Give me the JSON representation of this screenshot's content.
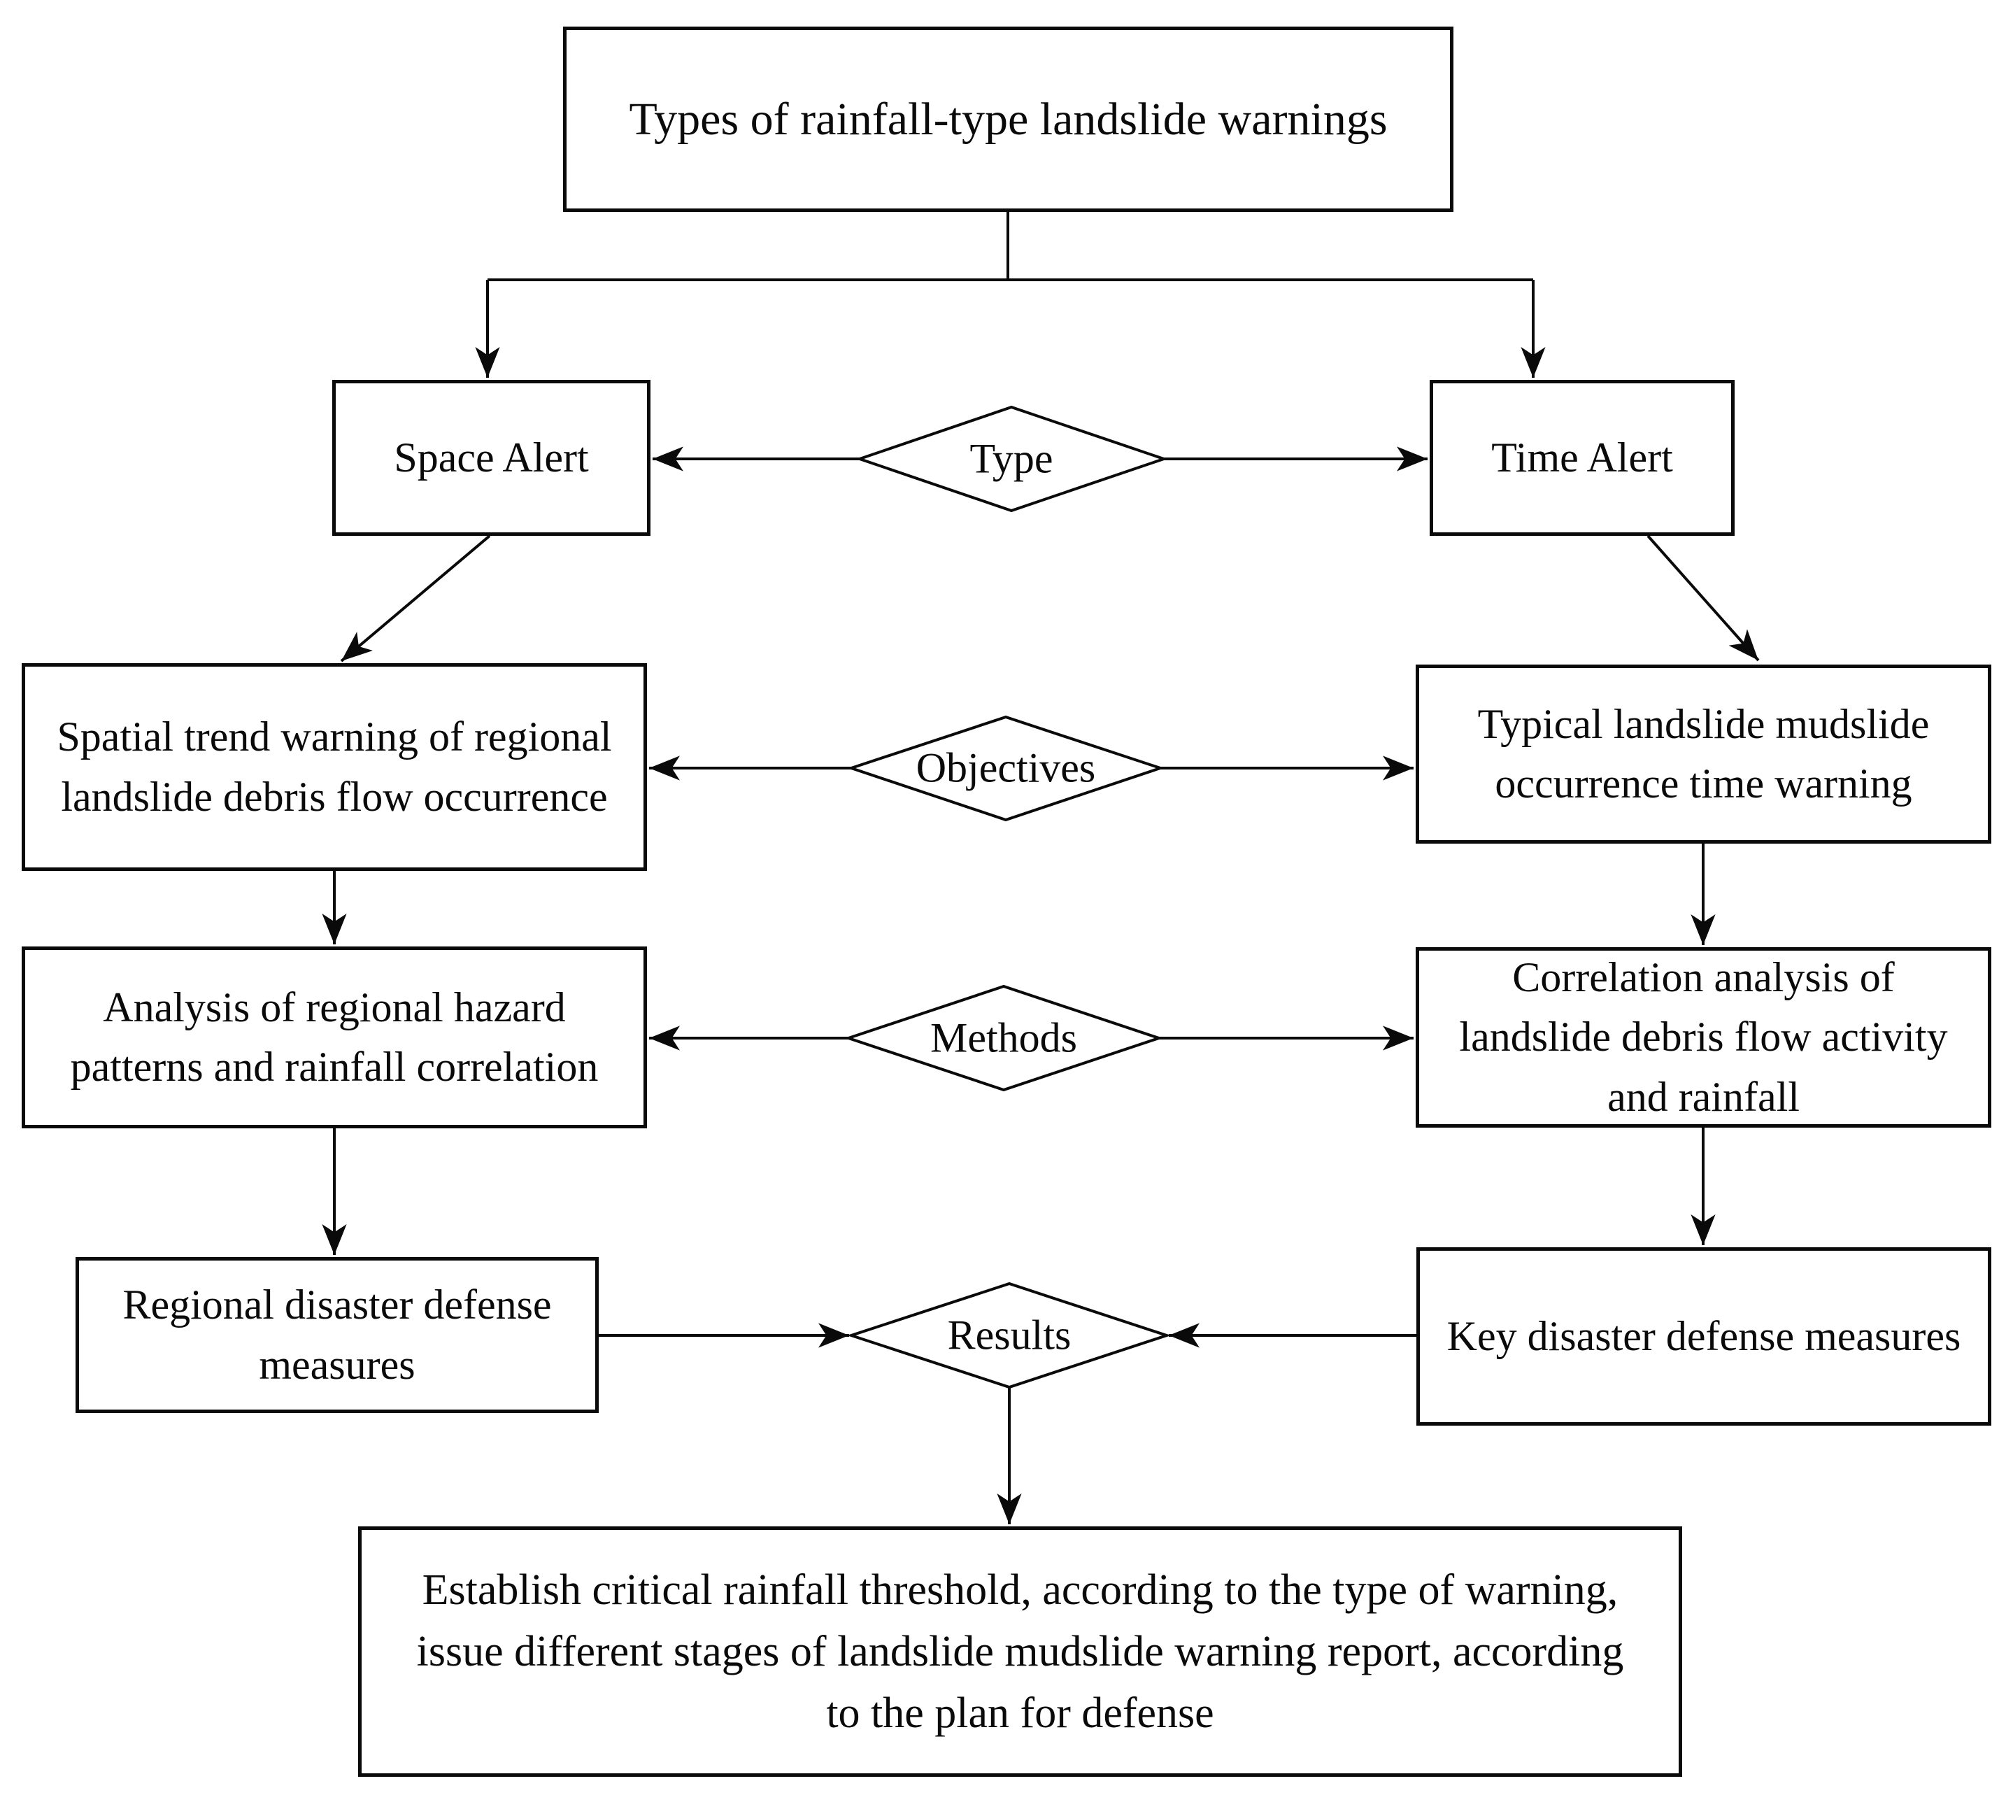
{
  "diagram": {
    "kind": "flowchart",
    "colors": {
      "line": "#0a0a0a",
      "background": "#ffffff",
      "node_fill": "#ffffff"
    },
    "nodes": {
      "title": "Types of rainfall-type landslide warnings",
      "space_alert": "Space Alert",
      "time_alert": "Time Alert",
      "spatial_trend": "Spatial trend warning of regional landslide debris flow occurrence",
      "typical_landslide": "Typical landslide mudslide occurrence time warning",
      "analysis_regional": "Analysis of regional hazard patterns and rainfall correlation",
      "correlation_analysis": "Correlation analysis of landslide debris flow activity and rainfall",
      "regional_measures": "Regional disaster defense measures",
      "key_measures": "Key disaster defense measures",
      "final_step": "Establish critical rainfall threshold, according to the type of warning, issue different stages of landslide mudslide warning report, according to the plan for defense"
    },
    "connectors": {
      "type": "Type",
      "objectives": "Objectives",
      "methods": "Methods",
      "results": "Results"
    }
  }
}
